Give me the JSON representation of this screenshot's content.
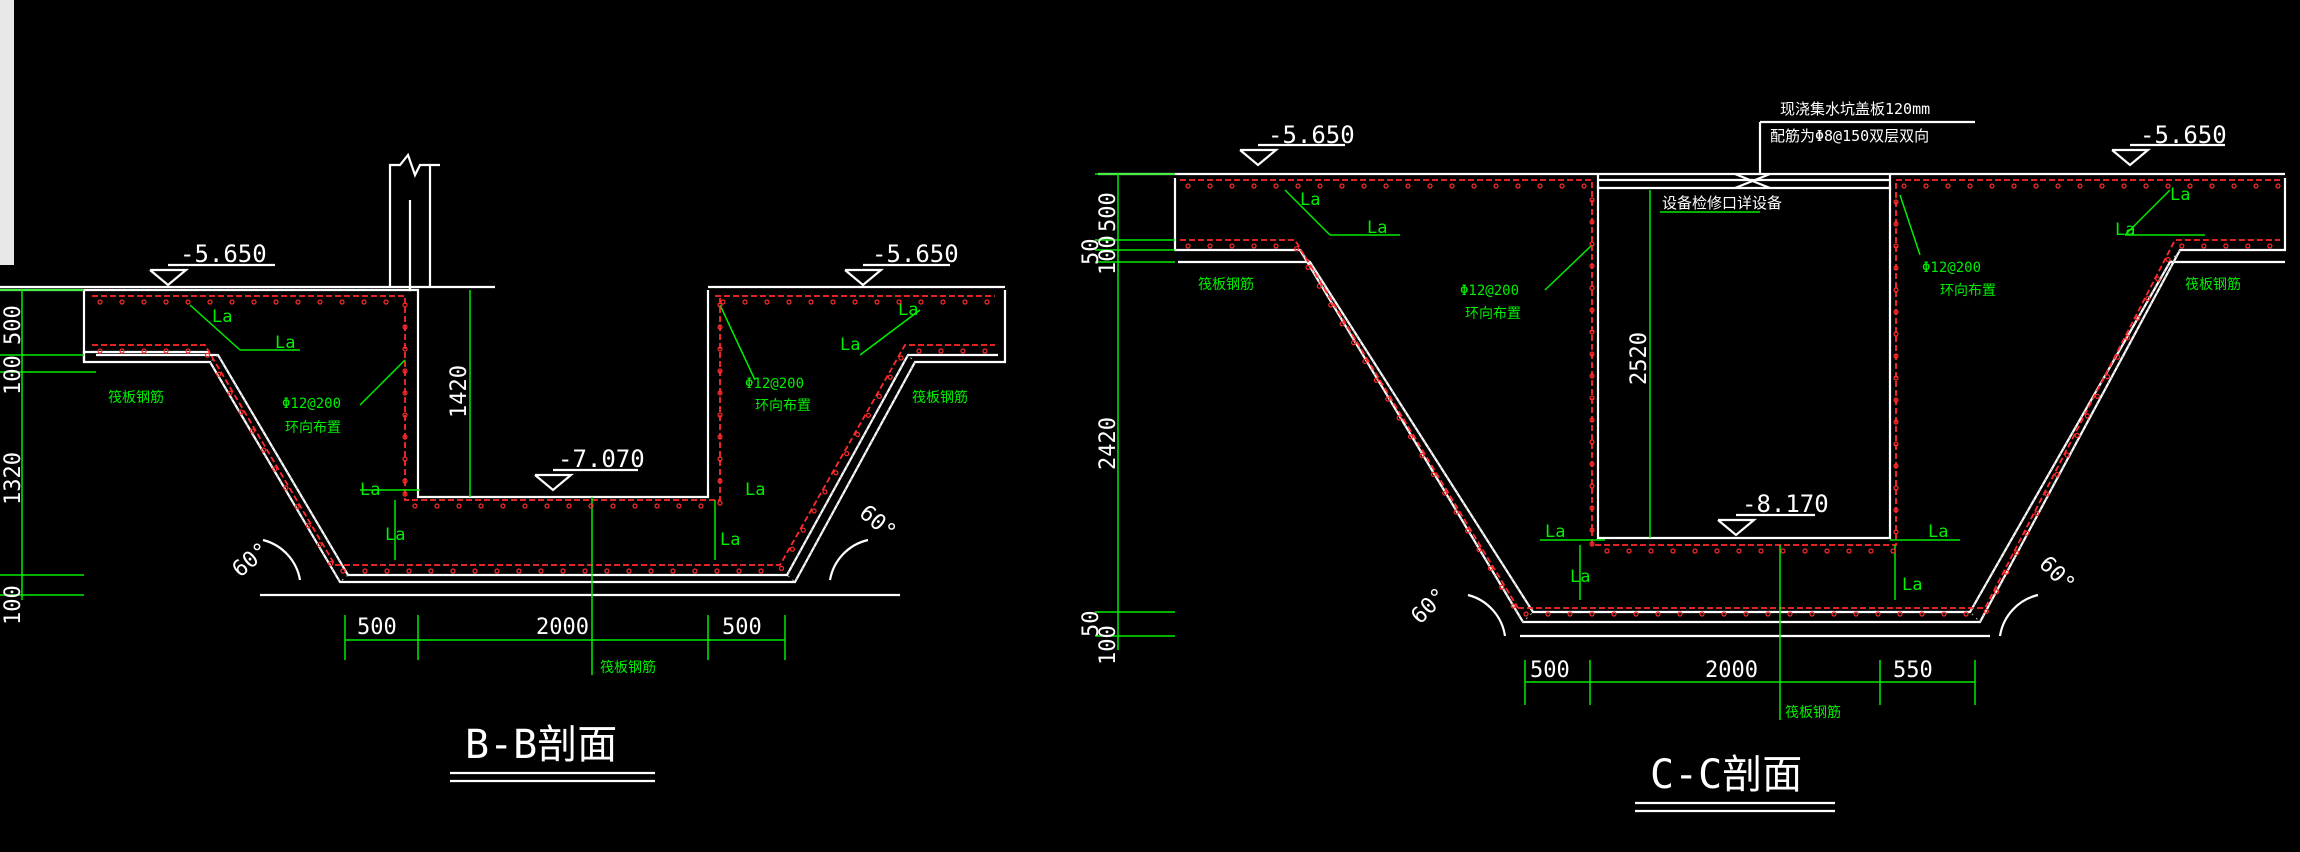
{
  "colors": {
    "background": "#000000",
    "outline": "#ffffff",
    "dimension": "#00ee00",
    "rebar": "#ff2a2a"
  },
  "bb": {
    "title": "B-B剖面",
    "level_left": "-5.650",
    "level_right": "-5.650",
    "level_bottom": "-7.070",
    "dim_vertical": [
      "500",
      "100",
      "1320",
      "100"
    ],
    "dim_inner": "1420",
    "dim_bottom": [
      "500",
      "2000",
      "500"
    ],
    "angle_left": "60°",
    "angle_right": "60°",
    "la": "La",
    "rebar_note_left_1": "Φ12@200",
    "rebar_note_left_2": "环向布置",
    "rebar_note_right_1": "Φ12@200",
    "rebar_note_right_2": "环向布置",
    "raft_left": "筏板钢筋",
    "raft_right": "筏板钢筋",
    "raft_bottom": "筏板钢筋"
  },
  "cc": {
    "title": "C-C剖面",
    "level_left": "-5.650",
    "level_right": "-5.650",
    "level_bottom": "-8.170",
    "dim_vertical": [
      "500",
      "50",
      "100",
      "2420",
      "50",
      "100"
    ],
    "dim_inner": "2520",
    "dim_bottom": [
      "500",
      "2000",
      "550"
    ],
    "angle_left": "60°",
    "angle_right": "60°",
    "la": "La",
    "cover_note_1": "现浇集水坑盖板120mm",
    "cover_note_2": "配筋为Φ8@150双层双向",
    "hole_note": "设备检修口详设备",
    "rebar_note_left_1": "Φ12@200",
    "rebar_note_left_2": "环向布置",
    "rebar_note_right_1": "Φ12@200",
    "rebar_note_right_2": "环向布置",
    "raft_left": "筏板钢筋",
    "raft_right": "筏板钢筋",
    "raft_bottom": "筏板钢筋"
  }
}
